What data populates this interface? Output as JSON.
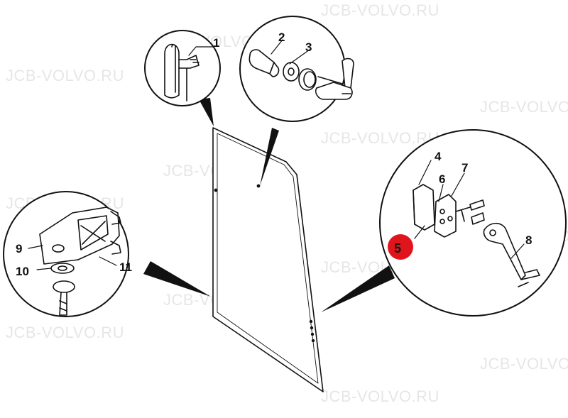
{
  "watermark": {
    "text": "JCB-VOLVO.RU",
    "color": "#e6e6e6"
  },
  "callouts": {
    "c1": "1",
    "c2": "2",
    "c3": "3",
    "c4": "4",
    "c5": "5",
    "c6": "6",
    "c7": "7",
    "c8": "8",
    "c9": "9",
    "c10": "10",
    "c11": "11"
  },
  "highlight": {
    "part": "5",
    "color": "#e0141b"
  },
  "icons": {
    "detail_1": "seal-profile-icon",
    "detail_2_3": "door-handle-icon",
    "detail_4_8": "hinge-assembly-icon",
    "detail_9_11": "latch-bracket-icon",
    "main": "door-glass-icon"
  }
}
